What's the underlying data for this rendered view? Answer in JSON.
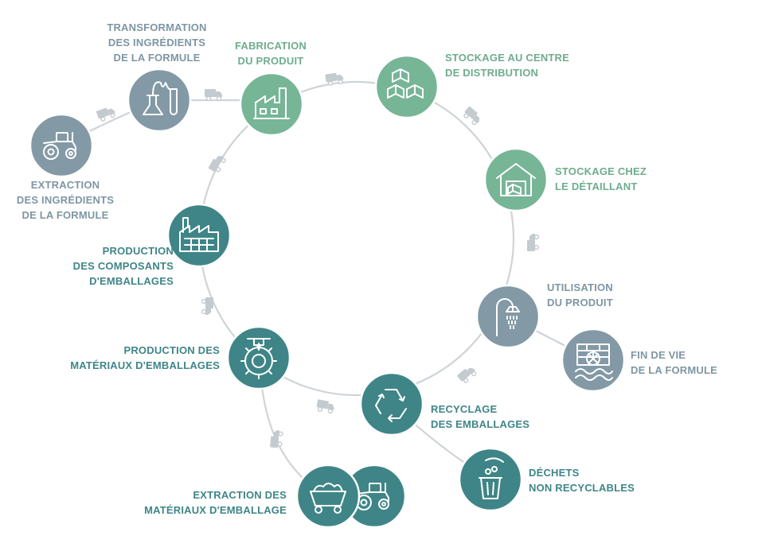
{
  "colors": {
    "slate": "#8399a6",
    "green": "#77b597",
    "teal": "#3f8587",
    "line": "#c9cfd2",
    "truck": "#c4cbcf"
  },
  "steps": [
    {
      "id": "extraction-ingredients",
      "label": "EXTRACTION\nDES INGRÉDIENTS\nDE LA FORMULE",
      "icon": "tractor-icon",
      "color": "slate"
    },
    {
      "id": "transformation",
      "label": "TRANSFORMATION\nDES INGRÉDIENTS\nDE LA FORMULE",
      "icon": "lab-flask-icon",
      "color": "slate"
    },
    {
      "id": "fabrication",
      "label": "FABRICATION\nDU PRODUIT",
      "icon": "factory-icon",
      "color": "green"
    },
    {
      "id": "stockage-distribution",
      "label": "STOCKAGE AU CENTRE\nDE DISTRIBUTION",
      "icon": "boxes-icon",
      "color": "green"
    },
    {
      "id": "stockage-detaillant",
      "label": "STOCKAGE CHEZ\nLE DÉTAILLANT",
      "icon": "warehouse-icon",
      "color": "green"
    },
    {
      "id": "utilisation",
      "label": "UTILISATION\nDU PRODUIT",
      "icon": "shower-icon",
      "color": "slate"
    },
    {
      "id": "fin-de-vie",
      "label": "FIN DE VIE\nDE LA FORMULE",
      "icon": "drain-icon",
      "color": "slate"
    },
    {
      "id": "recyclage",
      "label": "RECYCLAGE\nDES EMBALLAGES",
      "icon": "recycle-icon",
      "color": "teal"
    },
    {
      "id": "dechets",
      "label": "DÉCHETS\nNON RECYCLABLES",
      "icon": "trash-bin-icon",
      "color": "teal"
    },
    {
      "id": "extraction-materiaux",
      "label": "EXTRACTION DES\nMATÉRIAUX D'EMBALLAGE",
      "icon": "mining-cart-icon",
      "icon2": "tractor-icon",
      "color": "teal"
    },
    {
      "id": "production-materiaux",
      "label": "PRODUCTION DES\nMATÉRIAUX D'EMBALLAGES",
      "icon": "gear-processing-icon",
      "color": "teal"
    },
    {
      "id": "production-composants",
      "label": "PRODUCTION\nDES COMPOSANTS\nD'EMBALLAGES",
      "icon": "industry-icon",
      "color": "teal"
    }
  ]
}
